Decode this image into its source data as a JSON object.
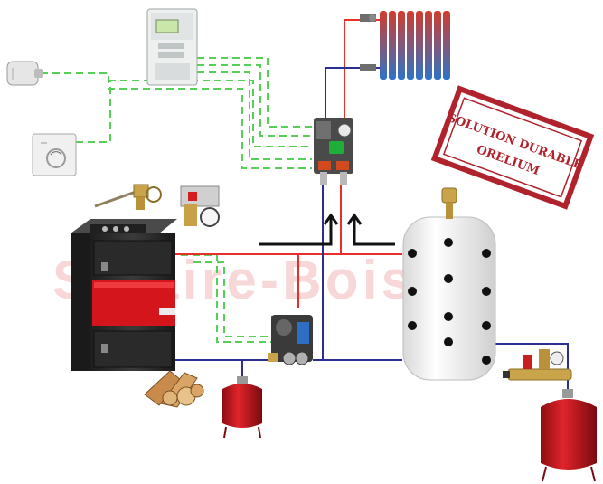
{
  "stamp": {
    "line1": "SOLUTION DURABLE",
    "line2": "ORELIUM",
    "color": "#b0222c"
  },
  "watermark": {
    "text": "Solaire-Bois.fr",
    "color": "#f2c6c6"
  },
  "colors": {
    "hot_pipe": "#e8302a",
    "cold_pipe": "#2a2f8f",
    "signal_wire": "#4fd14f",
    "boiler_body": "#2b2b2b",
    "boiler_panel": "#d4161c",
    "vessel": "#c8141c",
    "tank": "#f4f4f4"
  },
  "icons": [
    "outdoor-sensor-icon",
    "regulator-controller-icon",
    "room-thermostat-icon",
    "radiator-icon",
    "mixing-pump-station-icon",
    "thermostatic-valve-icon",
    "safety-group-icon",
    "wood-boiler-icon",
    "loading-unit-pump-icon",
    "expansion-vessel-icon",
    "firewood-icon",
    "buffer-tank-icon",
    "air-vent-icon",
    "dhw-safety-group-icon",
    "flow-arrow-icon"
  ]
}
